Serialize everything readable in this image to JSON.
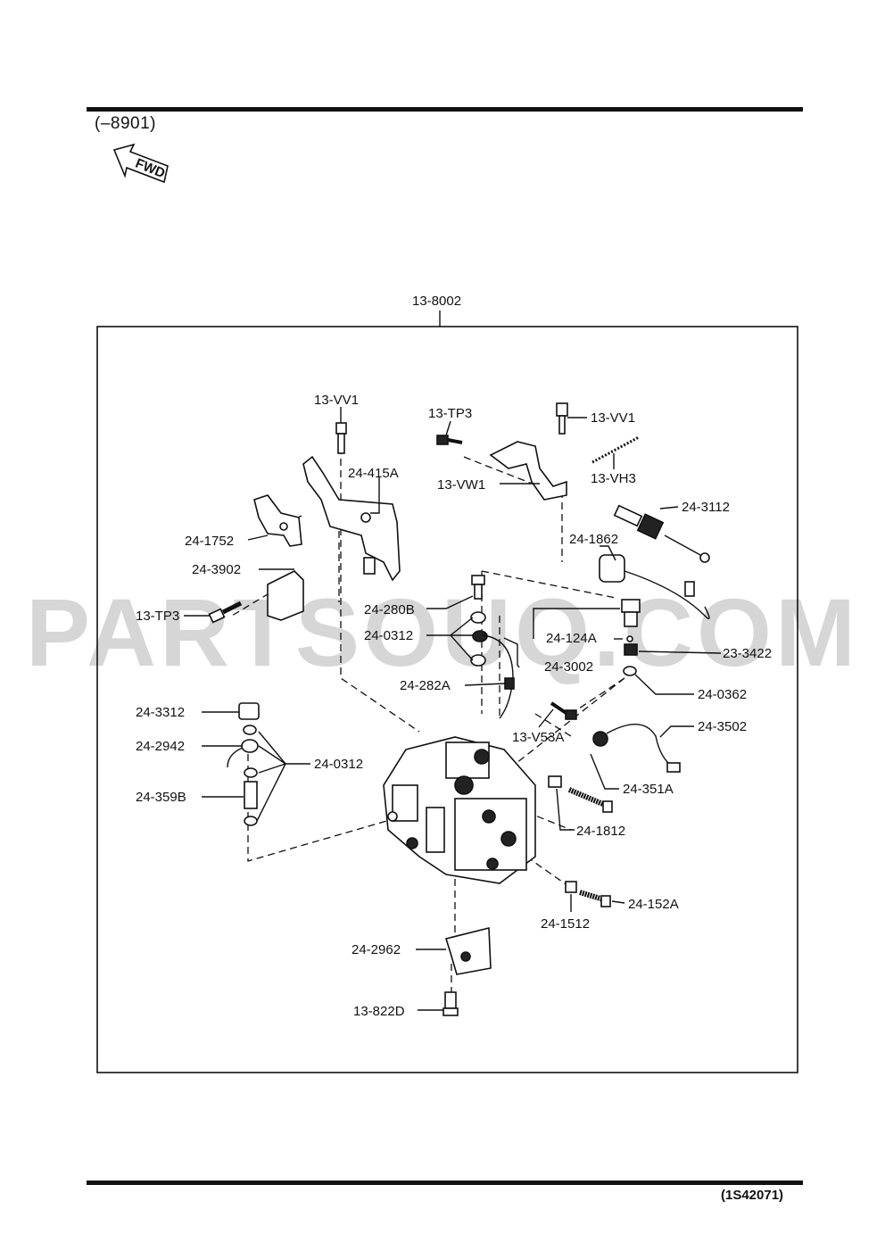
{
  "header": {
    "range_label": "(–8901)",
    "fwd_label": "FWD"
  },
  "footer": {
    "drawing_code": "(1S42071)"
  },
  "watermark": "PARTSOUQ.COM",
  "assembly_label": "13-8002",
  "callouts": [
    {
      "id": "c1",
      "text": "13-VV1"
    },
    {
      "id": "c2",
      "text": "13-TP3"
    },
    {
      "id": "c3",
      "text": "13-VV1"
    },
    {
      "id": "c4",
      "text": "24-415A"
    },
    {
      "id": "c5",
      "text": "13-VW1"
    },
    {
      "id": "c6",
      "text": "13-VH3"
    },
    {
      "id": "c7",
      "text": "24-3112"
    },
    {
      "id": "c8",
      "text": "24-1752"
    },
    {
      "id": "c9",
      "text": "24-1862"
    },
    {
      "id": "c10",
      "text": "24-3902"
    },
    {
      "id": "c11",
      "text": "13-TP3"
    },
    {
      "id": "c12",
      "text": "24-280B"
    },
    {
      "id": "c13",
      "text": "24-0312"
    },
    {
      "id": "c14",
      "text": "24-124A"
    },
    {
      "id": "c15",
      "text": "23-3422"
    },
    {
      "id": "c16",
      "text": "24-3002"
    },
    {
      "id": "c17",
      "text": "24-282A"
    },
    {
      "id": "c18",
      "text": "24-0362"
    },
    {
      "id": "c19",
      "text": "24-3312"
    },
    {
      "id": "c20",
      "text": "24-3502"
    },
    {
      "id": "c21",
      "text": "24-2942"
    },
    {
      "id": "c22",
      "text": "24-0312"
    },
    {
      "id": "c23",
      "text": "13-V53A"
    },
    {
      "id": "c24",
      "text": "24-351A"
    },
    {
      "id": "c25",
      "text": "24-359B"
    },
    {
      "id": "c26",
      "text": "24-1812"
    },
    {
      "id": "c27",
      "text": "24-152A"
    },
    {
      "id": "c28",
      "text": "24-1512"
    },
    {
      "id": "c29",
      "text": "24-2962"
    },
    {
      "id": "c30",
      "text": "13-822D"
    }
  ]
}
